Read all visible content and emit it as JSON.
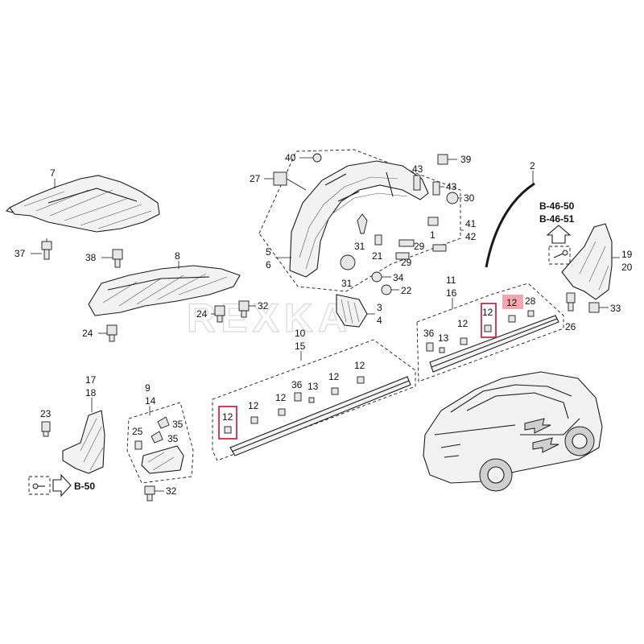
{
  "watermark": "REXKA",
  "callouts": {
    "c1": "1",
    "c2": "2",
    "c3": "3",
    "c4": "4",
    "c5": "5",
    "c6": "6",
    "c7": "7",
    "c8": "8",
    "c9": "9",
    "c10": "10",
    "c11": "11",
    "c12": "12",
    "c13": "13",
    "c14": "14",
    "c15": "15",
    "c16": "16",
    "c17": "17",
    "c18": "18",
    "c19": "19",
    "c20": "20",
    "c21": "21",
    "c22": "22",
    "c23": "23",
    "c24": "24",
    "c25": "25",
    "c26": "26",
    "c27": "27",
    "c28": "28",
    "c29": "29",
    "c30": "30",
    "c31": "31",
    "c32": "32",
    "c33": "33",
    "c34": "34",
    "c35": "35",
    "c36": "36",
    "c37": "37",
    "c38": "38",
    "c39": "39",
    "c40": "40",
    "c41": "41",
    "c42": "42",
    "c43": "43"
  },
  "references": {
    "b4650": "B-46-50",
    "b4651": "B-46-51",
    "b50": "B-50"
  },
  "highlight": {
    "part": "12",
    "color": "#c8102e"
  }
}
